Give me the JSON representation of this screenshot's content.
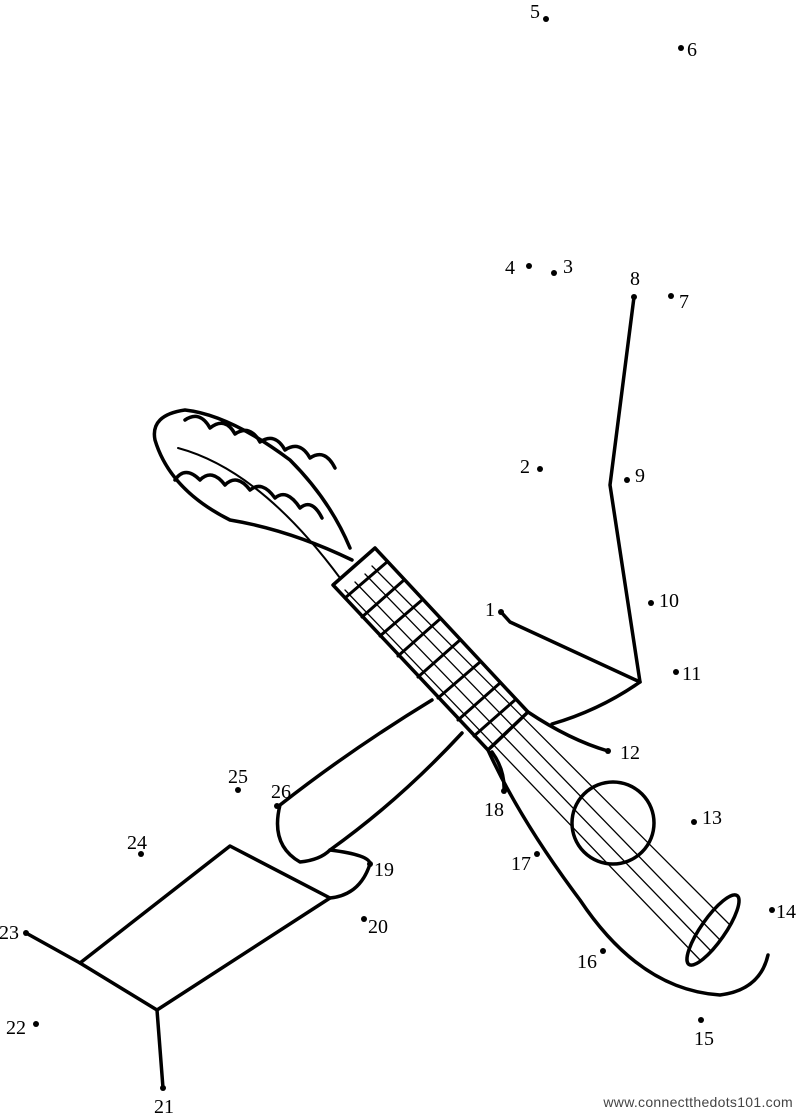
{
  "dots": [
    {
      "label": "1"
    },
    {
      "label": "2"
    },
    {
      "label": "3"
    },
    {
      "label": "4"
    },
    {
      "label": "5"
    },
    {
      "label": "6"
    },
    {
      "label": "7"
    },
    {
      "label": "8"
    },
    {
      "label": "9"
    },
    {
      "label": "10"
    },
    {
      "label": "11"
    },
    {
      "label": "12"
    },
    {
      "label": "13"
    },
    {
      "label": "14"
    },
    {
      "label": "15"
    },
    {
      "label": "16"
    },
    {
      "label": "17"
    },
    {
      "label": "18"
    },
    {
      "label": "19"
    },
    {
      "label": "20"
    },
    {
      "label": "21"
    },
    {
      "label": "22"
    },
    {
      "label": "23"
    },
    {
      "label": "24"
    },
    {
      "label": "25"
    },
    {
      "label": "26"
    }
  ],
  "footer": {
    "url": "www.connectthedots101.com"
  },
  "colors": {
    "ink": "#000000"
  }
}
